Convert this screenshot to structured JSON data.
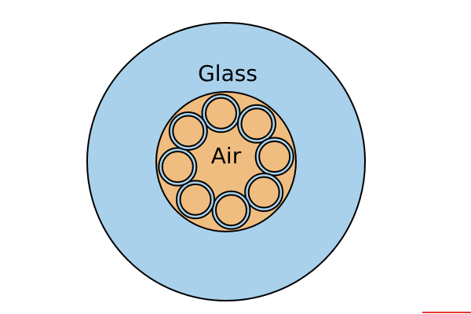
{
  "labels": {
    "outer": "Glass",
    "core": "Air"
  },
  "colors": {
    "glass_fill": "#a9d1ec",
    "core_fill": "#f0bd80",
    "outline": "#000000",
    "accent_line": "#e53935"
  },
  "capillaries": {
    "count": 8
  }
}
